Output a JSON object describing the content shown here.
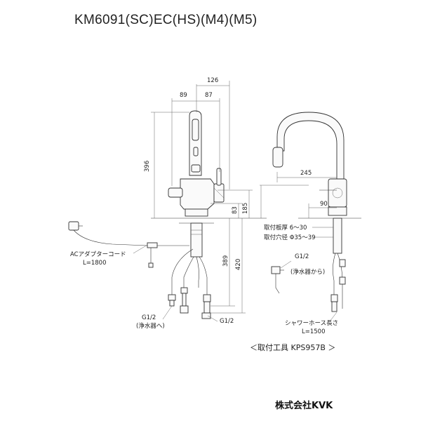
{
  "model_title": "KM6091(SC)EC(HS)(M4)(M5)",
  "dimensions": {
    "d126": "126",
    "d89": "89",
    "d87": "87",
    "d396": "396",
    "d83": "83",
    "d185": "185",
    "d245": "245",
    "d90": "90",
    "d389": "389",
    "d420": "420"
  },
  "labels": {
    "panel_thickness": "取付板厚 6～30",
    "hole_diameter": "取付穴径 Φ35～39",
    "ac_adapter": "ACアダプターコード",
    "ac_length": "L=1800",
    "g12_left": "G1/2",
    "g12_left_note": "(浄水器へ)",
    "g12_center": "G1/2",
    "g12_right": "G1/2",
    "g12_right_note": "(浄水器から)",
    "shower_hose": "シャワーホース長さ",
    "shower_length": "L=1500",
    "tool": "＜取付工具 KPS957B ＞"
  },
  "brand": "株式会社KVK"
}
